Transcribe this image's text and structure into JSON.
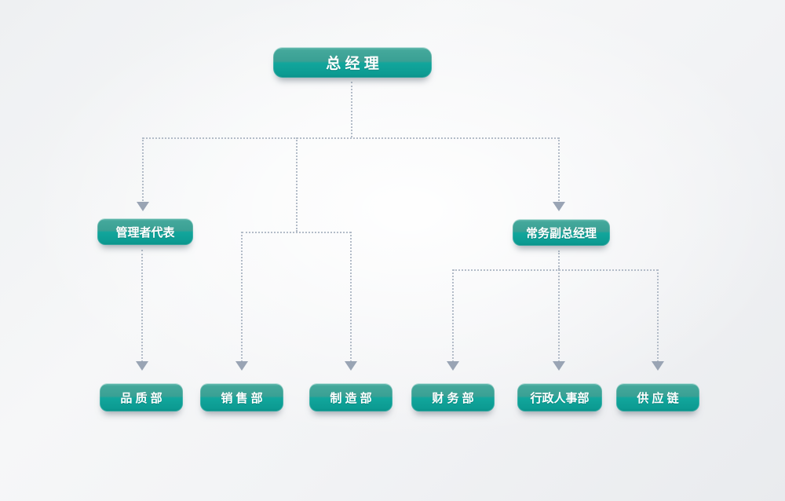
{
  "org_chart": {
    "type": "organization-chart",
    "root": {
      "label": "总 经 理"
    },
    "managers": [
      {
        "id": "management-representative",
        "label": "管理者代表"
      },
      {
        "id": "executive-deputy-gm",
        "label": "常务副总经理"
      }
    ],
    "departments": [
      {
        "id": "quality",
        "label": "品 质 部",
        "parent": "管理者代表"
      },
      {
        "id": "sales",
        "label": "销 售 部",
        "parent": "总经理"
      },
      {
        "id": "manufacturing",
        "label": "制 造 部",
        "parent": "总经理"
      },
      {
        "id": "finance",
        "label": "财 务 部",
        "parent": "常务副总经理"
      },
      {
        "id": "admin-hr",
        "label": "行政人事部",
        "parent": "常务副总经理"
      },
      {
        "id": "supply-chain",
        "label": "供 应 链",
        "parent": "常务副总经理"
      }
    ]
  },
  "colors": {
    "node_gradient_top": "#44a89b",
    "node_gradient_bottom": "#0c9b92",
    "node_text": "#ffffff",
    "connector": "#b3bcc8",
    "arrowhead": "#99a4b4",
    "background": "#f0f2f4"
  }
}
